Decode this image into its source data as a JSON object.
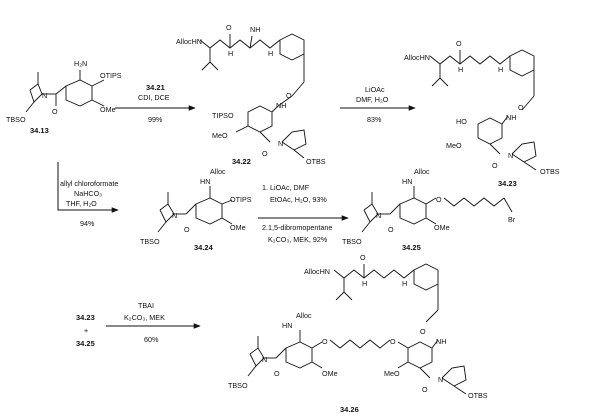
{
  "compounds": {
    "c3413": {
      "id": "34.13",
      "labels": [
        "H₂N",
        "OTIPS",
        "OMe",
        "TBSO",
        "O",
        "N"
      ]
    },
    "c3421": {
      "id": "34.21"
    },
    "c3422": {
      "id": "34.22",
      "labels": [
        "AllocHN",
        "NH",
        "TIPSO",
        "MeO",
        "OTBS",
        "O",
        "N",
        "H",
        "H",
        "O",
        "O",
        "NH"
      ]
    },
    "c3423": {
      "id": "34.23",
      "labels": [
        "AllocHN",
        "HO",
        "MeO",
        "OTBS",
        "O",
        "N",
        "H",
        "H",
        "O",
        "O",
        "NH"
      ]
    },
    "c3424": {
      "id": "34.24",
      "labels": [
        "Alloc",
        "HN",
        "OTIPS",
        "OMe",
        "TBSO",
        "O",
        "N"
      ]
    },
    "c3425": {
      "id": "34.25",
      "labels": [
        "Alloc",
        "HN",
        "O",
        "Br",
        "OMe",
        "TBSO",
        "O",
        "N"
      ]
    },
    "c3426": {
      "id": "34.26",
      "labels": [
        "AllocHN",
        "Alloc",
        "HN",
        "O",
        "O",
        "NH",
        "OMe",
        "MeO",
        "TBSO",
        "OTBS",
        "O",
        "O",
        "N",
        "N",
        "H",
        "H",
        "O",
        "O"
      ]
    }
  },
  "steps": {
    "s1": {
      "reagent": "34.21",
      "conditions": [
        "CDI, DCE"
      ],
      "yield": "99%"
    },
    "s2": {
      "conditions": [
        "LiOAc",
        "DMF, H₂O"
      ],
      "yield": "83%"
    },
    "s3": {
      "conditions": [
        "allyl chloroformate",
        "NaHCO₃",
        "THF, H₂O"
      ],
      "yield": "94%"
    },
    "s4": {
      "conditions": [
        "1. LiOAc, DMF",
        "EtOAc, H₂O, 93%",
        "2.1,5-dibromopentane",
        "K₂CO₃, MEK, 92%"
      ]
    },
    "s5": {
      "reactants": [
        "34.23",
        "+",
        "34.25"
      ],
      "conditions": [
        "TBAI",
        "K₂CO₃, MEK"
      ],
      "yield": "60%"
    }
  }
}
